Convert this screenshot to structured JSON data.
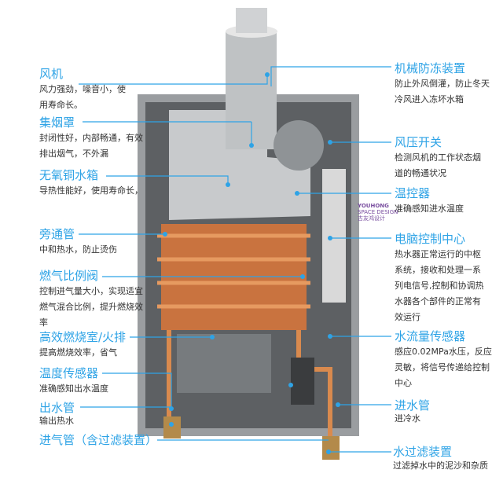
{
  "left_labels": [
    {
      "title": "风机",
      "desc": "风力强劲，噪音小，使用寿命长。"
    },
    {
      "title": "集烟罩",
      "desc": "封闭性好，内部畅通，有效排出烟气，不外漏"
    },
    {
      "title": "无氧铜水箱",
      "desc": "导热性能好，使用寿命长，"
    },
    {
      "title": "旁通管",
      "desc": "中和热水，防止烫伤"
    },
    {
      "title": "燃气比例阀",
      "desc": "控制进气量大小，实现适宜燃气混合比例，提升燃烧效率"
    },
    {
      "title": "高效燃烧室/火排",
      "desc": "提高燃烧效率，省气"
    },
    {
      "title": "温度传感器",
      "desc": "准确感知出水温度"
    },
    {
      "title": "出水管",
      "desc": "输出热水"
    },
    {
      "title": "进气管（含过滤装置）",
      "desc": ""
    }
  ],
  "right_labels": [
    {
      "title": "机械防冻装置",
      "desc": "防止外风倒灌，防止冬天冷风进入冻坏水箱"
    },
    {
      "title": "风压开关",
      "desc": "检测风机的工作状态烟道的畅通状况"
    },
    {
      "title": "温控器",
      "desc": "准确感知进水温度"
    },
    {
      "title": "电脑控制中心",
      "desc": "热水器正常运行的中枢系统，接收和处理一系列电信号,控制和协调热水器各个部件的正常有效运行"
    },
    {
      "title": "水流量传感器",
      "desc": "感应0.02MPa水压，反应灵敏，将信号传递给控制中心"
    },
    {
      "title": "进水管",
      "desc": "进冷水"
    },
    {
      "title": "水过滤装置",
      "desc": "过滤掉水中的泥沙和杂质"
    }
  ],
  "logo": {
    "line1": "YOUHONG",
    "line2": "SPACE DESIGN",
    "line3": "古友鸿设计"
  },
  "colors": {
    "accent": "#2ea3e6",
    "copper": "#c9733f",
    "body": "#8a8d90"
  }
}
